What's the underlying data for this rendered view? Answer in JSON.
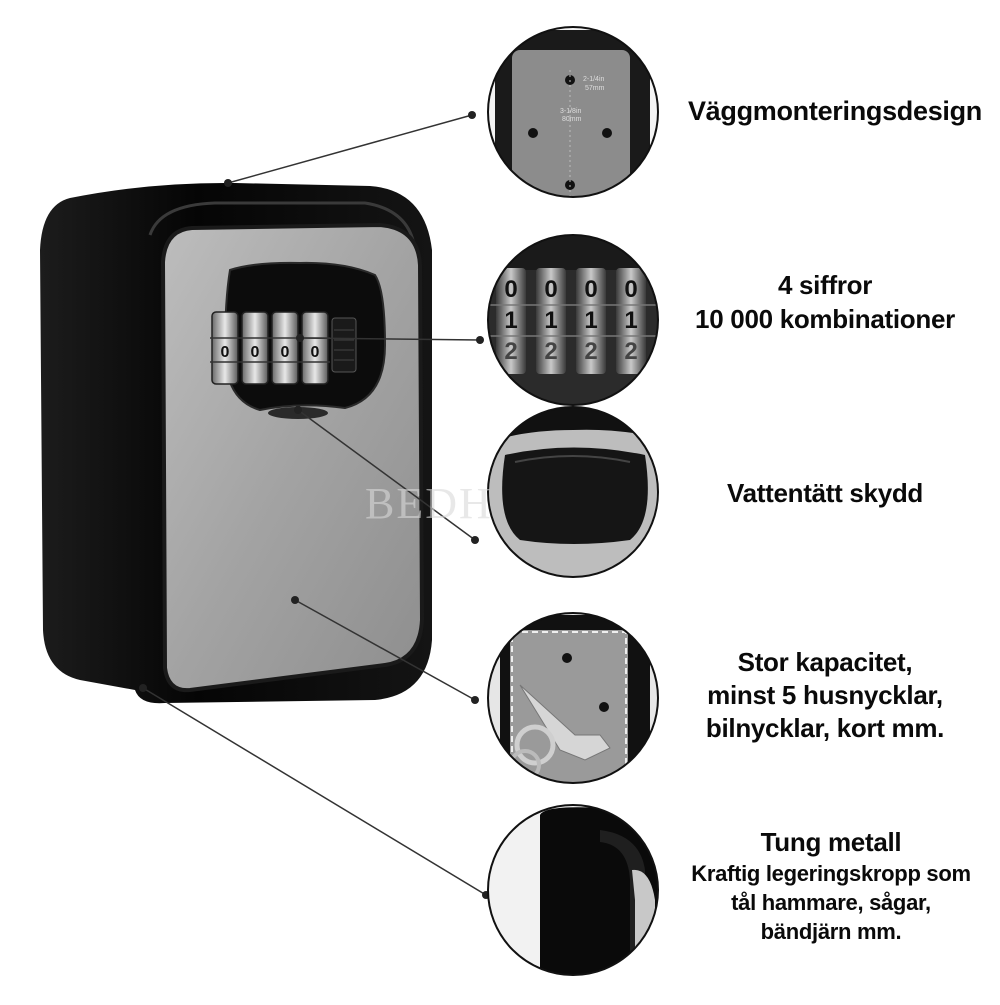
{
  "watermark": "BEDH",
  "features": [
    {
      "id": "wall-mount",
      "lines": [
        "Väggmonteringsdesign"
      ]
    },
    {
      "id": "digits",
      "lines": [
        "4 siffror",
        "10 000 kombinationer"
      ]
    },
    {
      "id": "waterproof",
      "lines": [
        "Vattentätt skydd"
      ]
    },
    {
      "id": "capacity",
      "lines": [
        "Stor kapacitet,",
        "minst 5 husnycklar,",
        "bilnycklar, kort mm."
      ]
    },
    {
      "id": "metal",
      "lines": [
        "Tung metall",
        "Kraftig legeringskropp som",
        "tål hammare, sågar,",
        "bändjärn mm."
      ]
    }
  ],
  "dial_digits": [
    "0",
    "0",
    "0",
    "0"
  ],
  "closeup_dial": {
    "rows": [
      "0",
      "1",
      "2"
    ]
  },
  "dimension_labels": [
    "2-1/4in",
    "57mm",
    "3-1/8in",
    "80mm"
  ],
  "colors": {
    "body": "#0d0d0d",
    "cover": "#a6a6a6",
    "text": "#0a0a0a",
    "leader": "#333333"
  }
}
